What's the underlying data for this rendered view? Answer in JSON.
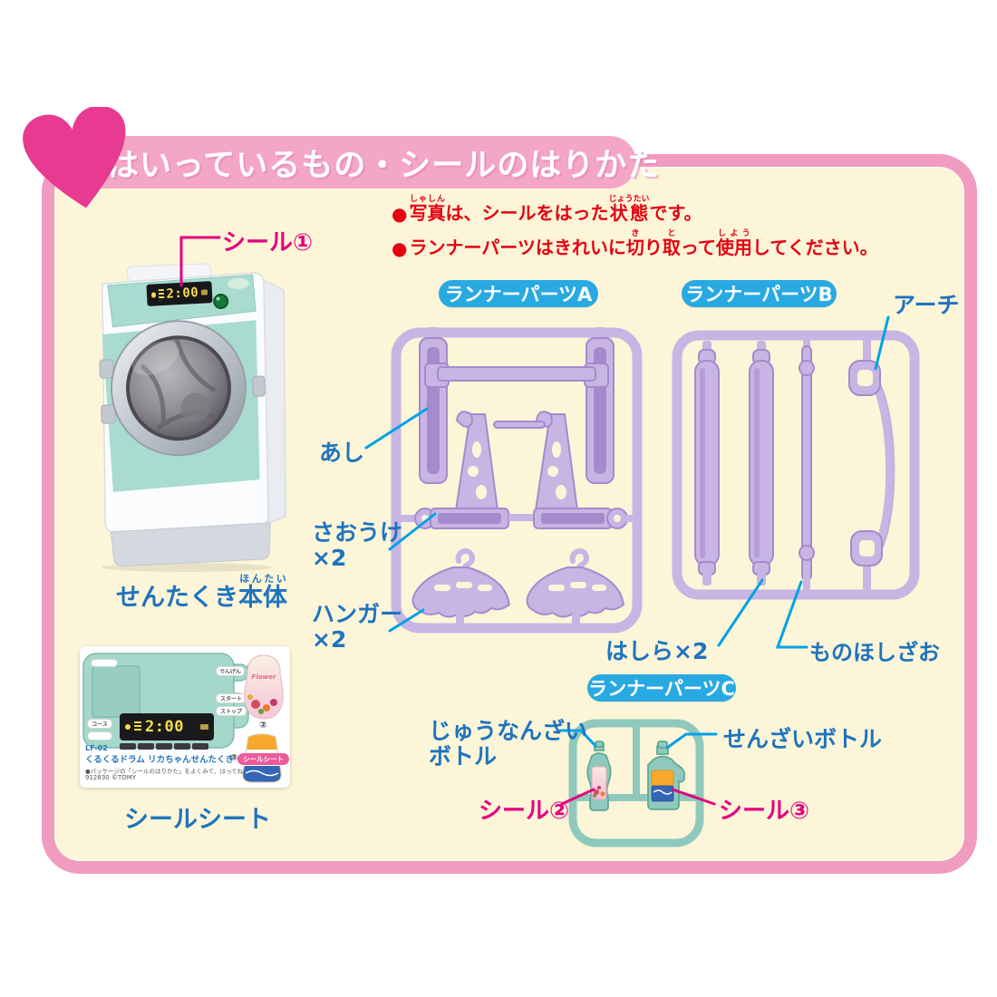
{
  "title": "はいっているもの・シールのはりかた",
  "colors": {
    "banner_pink": "#F4A6C6",
    "heart_pink": "#E73A90",
    "frame_pink": "#F09BC0",
    "cream": "#FCF5D8",
    "note_red": "#E60012",
    "label_blue": "#1E74BE",
    "leader_cyan": "#00A2E8",
    "label_magenta": "#E4007F",
    "badge_blue": "#29A9E1",
    "runner_purple": "#C9B5E4",
    "runner_purple_dark": "#A48BCC",
    "runner_teal": "#8FC9BD",
    "runner_teal_dark": "#5FA995",
    "machine_mint": "#A9DCCF",
    "display_yellow": "#F7DC4E",
    "sheet_badge_pink": "#EE5A9A"
  },
  "notes": {
    "bullet": "●",
    "line1": {
      "w1": "写真",
      "r1": "しゃしん",
      "t1": "は、シールをはった",
      "w2": "状態",
      "r2": "じょうたい",
      "t2": "です。"
    },
    "line2": {
      "t1": "ランナーパーツはきれいに",
      "w1": "切",
      "r1": "き",
      "t2": "り",
      "w2": "取",
      "r2": "と",
      "t3": "って",
      "w3": "使用",
      "r3": "しよう",
      "t4": "してください。"
    }
  },
  "machine": {
    "seal_label": "シール①",
    "caption_head": "せんたくき",
    "caption_word": "本体",
    "caption_ruby": "ほんたい",
    "display_time": "2:00"
  },
  "runners": {
    "a_label": "ランナーパーツA",
    "b_label": "ランナーパーツB",
    "c_label": "ランナーパーツC"
  },
  "part_labels": {
    "ashi": "あし",
    "saouke": "さおうけ",
    "saouke_count": "×2",
    "hanger": "ハンガー",
    "hanger_count": "×2",
    "hashira": "はしら×2",
    "monohoshizao": "ものほしざお",
    "arch": "アーチ",
    "junanzai_line1": "じゅうなんざい",
    "junanzai_line2": "ボトル",
    "senzai": "せんざいボトル",
    "seal2": "シール②",
    "seal3": "シール③"
  },
  "sheet": {
    "caption": "シールシート",
    "model": "LF-02",
    "product_title": "くるくるドラム リカちゃんせんたくき",
    "badge": "シールシート",
    "note": "●パッケージの「シールのはりかた」をよくみて、はってね。",
    "code": "912830 ©TOMY",
    "panel": {
      "power": "でんげん",
      "start": "スタート",
      "stop": "ストップ",
      "course": "コース",
      "time": "2:00"
    },
    "markers": {
      "m1": "①",
      "m2": "②",
      "m3": "③"
    },
    "flower_label": "Flower"
  }
}
